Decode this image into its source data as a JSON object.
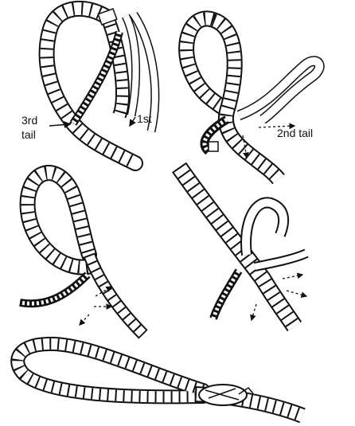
{
  "labels": {
    "third_tail_line1": "3rd",
    "third_tail_line2": "tail",
    "first": "1st",
    "second_tail": "2nd tail"
  },
  "colors": {
    "ink": "#111111",
    "rope_fill": "#ffffff",
    "background": "#ffffff"
  }
}
